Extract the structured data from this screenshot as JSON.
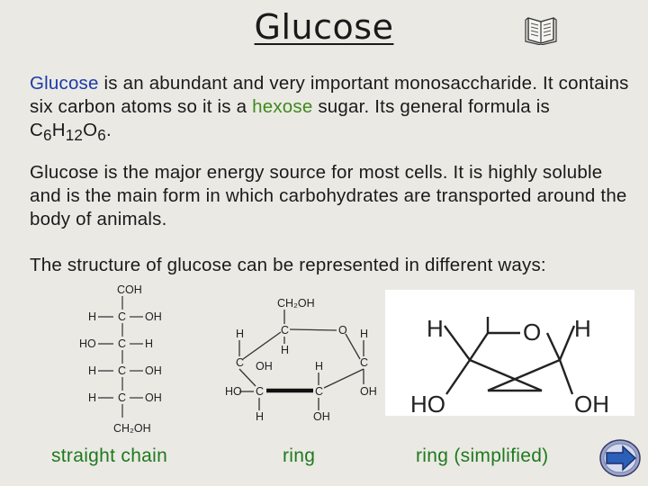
{
  "slide": {
    "title": "Glucose",
    "paragraph1": {
      "term": "Glucose",
      "text_a": " is an abundant and very important monosaccharide. It contains six carbon atoms so it is a ",
      "term2": "hexose",
      "text_b": " sugar. Its general formula is C",
      "sub1": "6",
      "h": "H",
      "sub2": "12",
      "o": "O",
      "sub3": "6",
      "end": "."
    },
    "paragraph2": "Glucose is the major energy source for most cells. It is highly soluble and is the main form in which carbohydrates are transported around the body of animals.",
    "paragraph3": "The structure of glucose can be represented in different ways:",
    "captions": {
      "straight_chain": "straight chain",
      "ring": "ring",
      "ring_simplified": "ring (simplified)"
    },
    "chain_labels": {
      "top": "COH",
      "r1_left": "H",
      "r1_right": "OH",
      "r2_left": "HO",
      "r2_right": "H",
      "r3_left": "H",
      "r3_right": "OH",
      "r4_left": "H",
      "r4_right": "OH",
      "bottom": "CH₂OH"
    },
    "ring_labels": {
      "ch2oh": "CH₂OH",
      "o": "O",
      "c": "C",
      "h": "H",
      "oh": "OH",
      "ho": "HO"
    },
    "simple_labels": {
      "h": "H",
      "o": "O",
      "ho": "HO",
      "oh": "OH"
    },
    "icons": {
      "book": "book-icon",
      "next": "next-arrow-icon"
    },
    "colors": {
      "background": "#ebe9e4",
      "term_blue": "#1a3ca8",
      "term_green": "#3d8a1e",
      "caption_green": "#1e7a1e",
      "button_blue": "#2b5fb8"
    }
  }
}
